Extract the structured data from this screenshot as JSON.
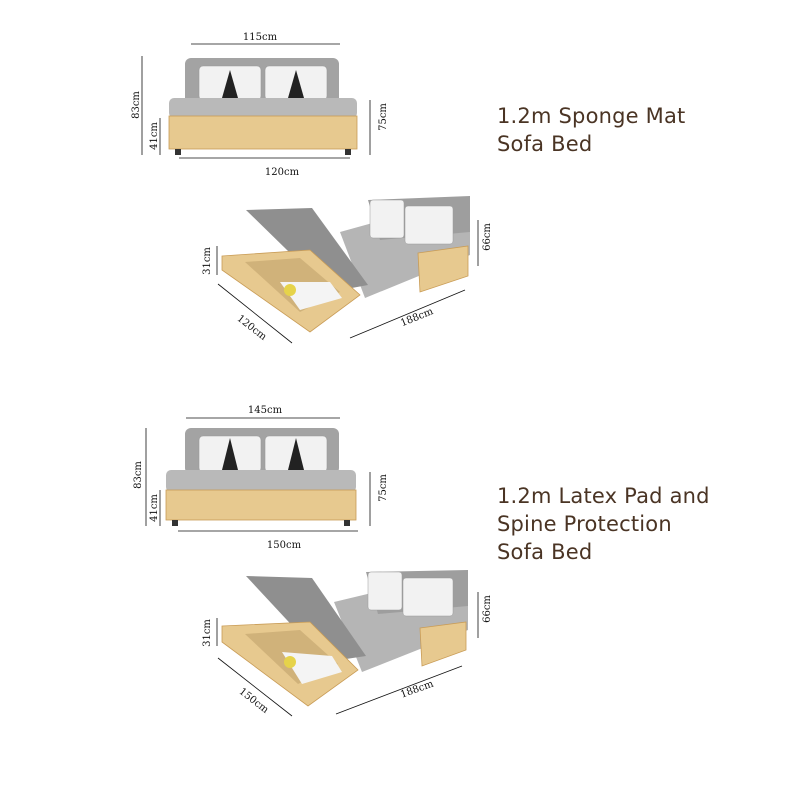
{
  "products": [
    {
      "title_lines": [
        "1.2m Sponge Mat",
        "Sofa Bed"
      ],
      "dims": {
        "width_top": "115cm",
        "height_total": "83cm",
        "height_seat": "41cm",
        "height_back": "75cm",
        "width_bottom": "120cm",
        "drawer_height": "31cm",
        "back_height": "66cm",
        "bed_width": "120cm",
        "bed_length": "188cm"
      }
    },
    {
      "title_lines": [
        "1.2m Latex Pad and",
        "Spine Protection",
        "Sofa Bed"
      ],
      "dims": {
        "width_top": "145cm",
        "height_total": "83cm",
        "height_seat": "41cm",
        "height_back": "75cm",
        "width_bottom": "150cm",
        "drawer_height": "31cm",
        "back_height": "66cm",
        "bed_width": "150cm",
        "bed_length": "188cm"
      }
    }
  ],
  "colors": {
    "fabric": "#a3a3a3",
    "seat": "#b9b9b9",
    "wood": "#e7c98f",
    "wood_dark": "#c99c56",
    "title": "#4a3424"
  }
}
